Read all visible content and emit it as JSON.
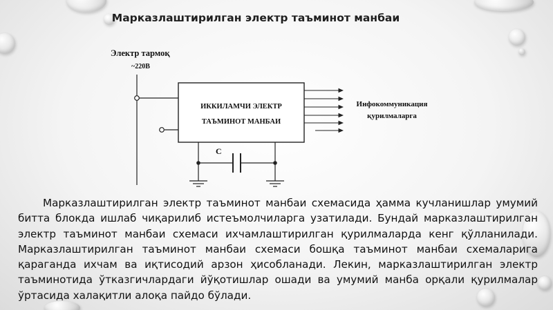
{
  "slide": {
    "title": "Марказлаштирилган электр таъминот манбаи"
  },
  "diagram": {
    "network_label": "Электр тармоқ",
    "voltage_label": "~220В",
    "block_line1": "ИККИЛАМЧИ ЭЛЕКТР",
    "block_line2": "ТАЪМИНОТ МАНБАИ",
    "capacitor_label": "С",
    "consumer_line1": "Инфокоммуникация",
    "consumer_line2": "қурилмаларга",
    "line_color": "#222222"
  },
  "body": {
    "paragraph": "Марказлаштирилган электр таъминот манбаи схемасида ҳамма кучланишлар умумий битта блокда ишлаб чиқарилиб истеъмолчиларга узатилади. Бундай марказлаштирилган электр таъминот манбаи схемаси ихчамлаштирилган қурилмаларда кенг қўлланилади. Марказлаштирилган таъминот манбаи схемаси бошқа таъминот манбаи схемаларига қараганда ихчам ва иқтисодий арзон ҳисобланади. Лекин, марказлаштирилган электр таъминотида ўтказгичлардаги йўқотишлар ошади ва умумий манба орқали қурилмалар ўртасида халақитли алоқа пайдо бўлади."
  }
}
